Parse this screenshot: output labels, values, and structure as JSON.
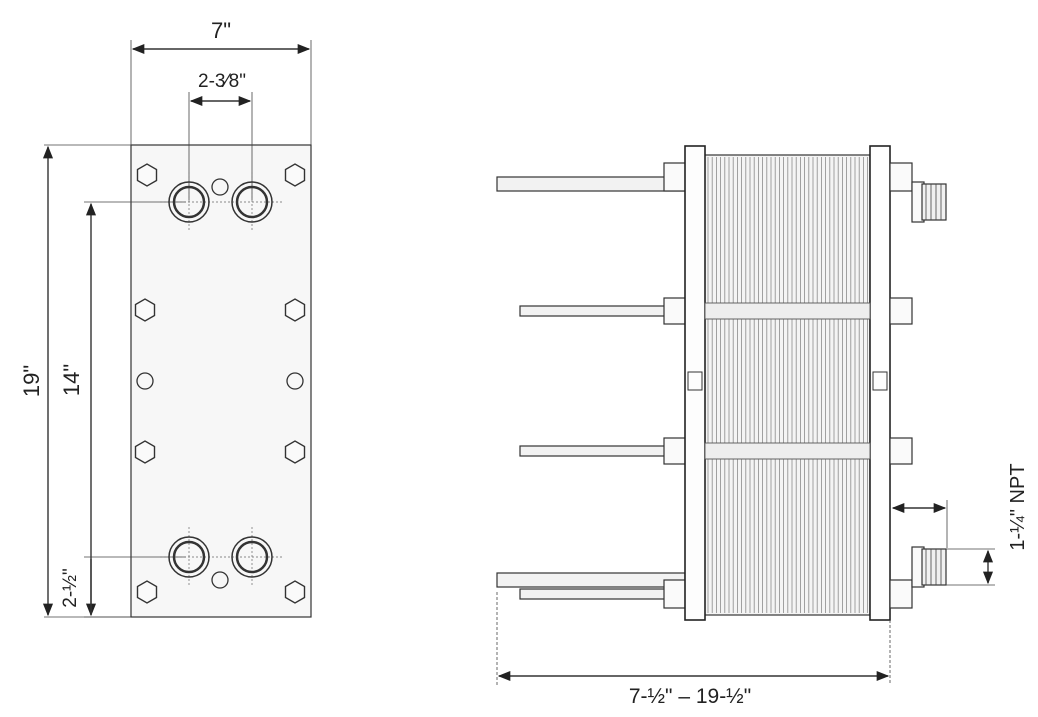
{
  "front_view": {
    "width_label": "7\"",
    "port_spacing_label": "2-3⁄8\"",
    "height_label": "19\"",
    "port_center_label": "14\"",
    "bottom_offset_label": "2-½\""
  },
  "side_view": {
    "length_label": "7-½\" – 19-½\"",
    "connection_label": "1-¼\" NPT"
  }
}
